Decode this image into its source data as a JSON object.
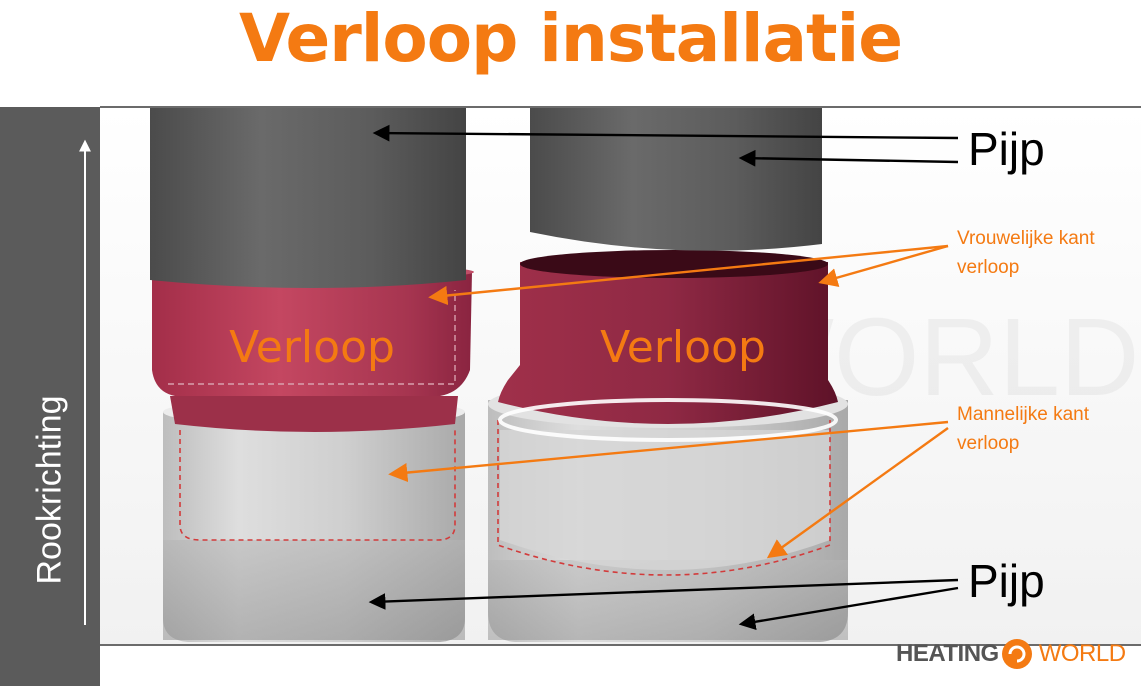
{
  "title": "Verloop installatie",
  "side_label": "Rookrichting",
  "labels": {
    "pipe_top": "Pijp",
    "pipe_bottom": "Pijp",
    "female_side": [
      "Vrouwelijke kant",
      "verloop"
    ],
    "male_side": [
      "Mannelijke kant",
      "verloop"
    ],
    "reducer_left": "Verloop",
    "reducer_right": "Verloop"
  },
  "brand": {
    "part1": "HEATING",
    "part2": "WORLD"
  },
  "colors": {
    "accent": "#f47a12",
    "reducer": "#b03a52",
    "pipe": "#5a5a5a",
    "sidebar": "#5b5b5b"
  },
  "icons": [
    "arrow-up-icon",
    "heating-world-logo-icon",
    "heating-world-watermark"
  ]
}
